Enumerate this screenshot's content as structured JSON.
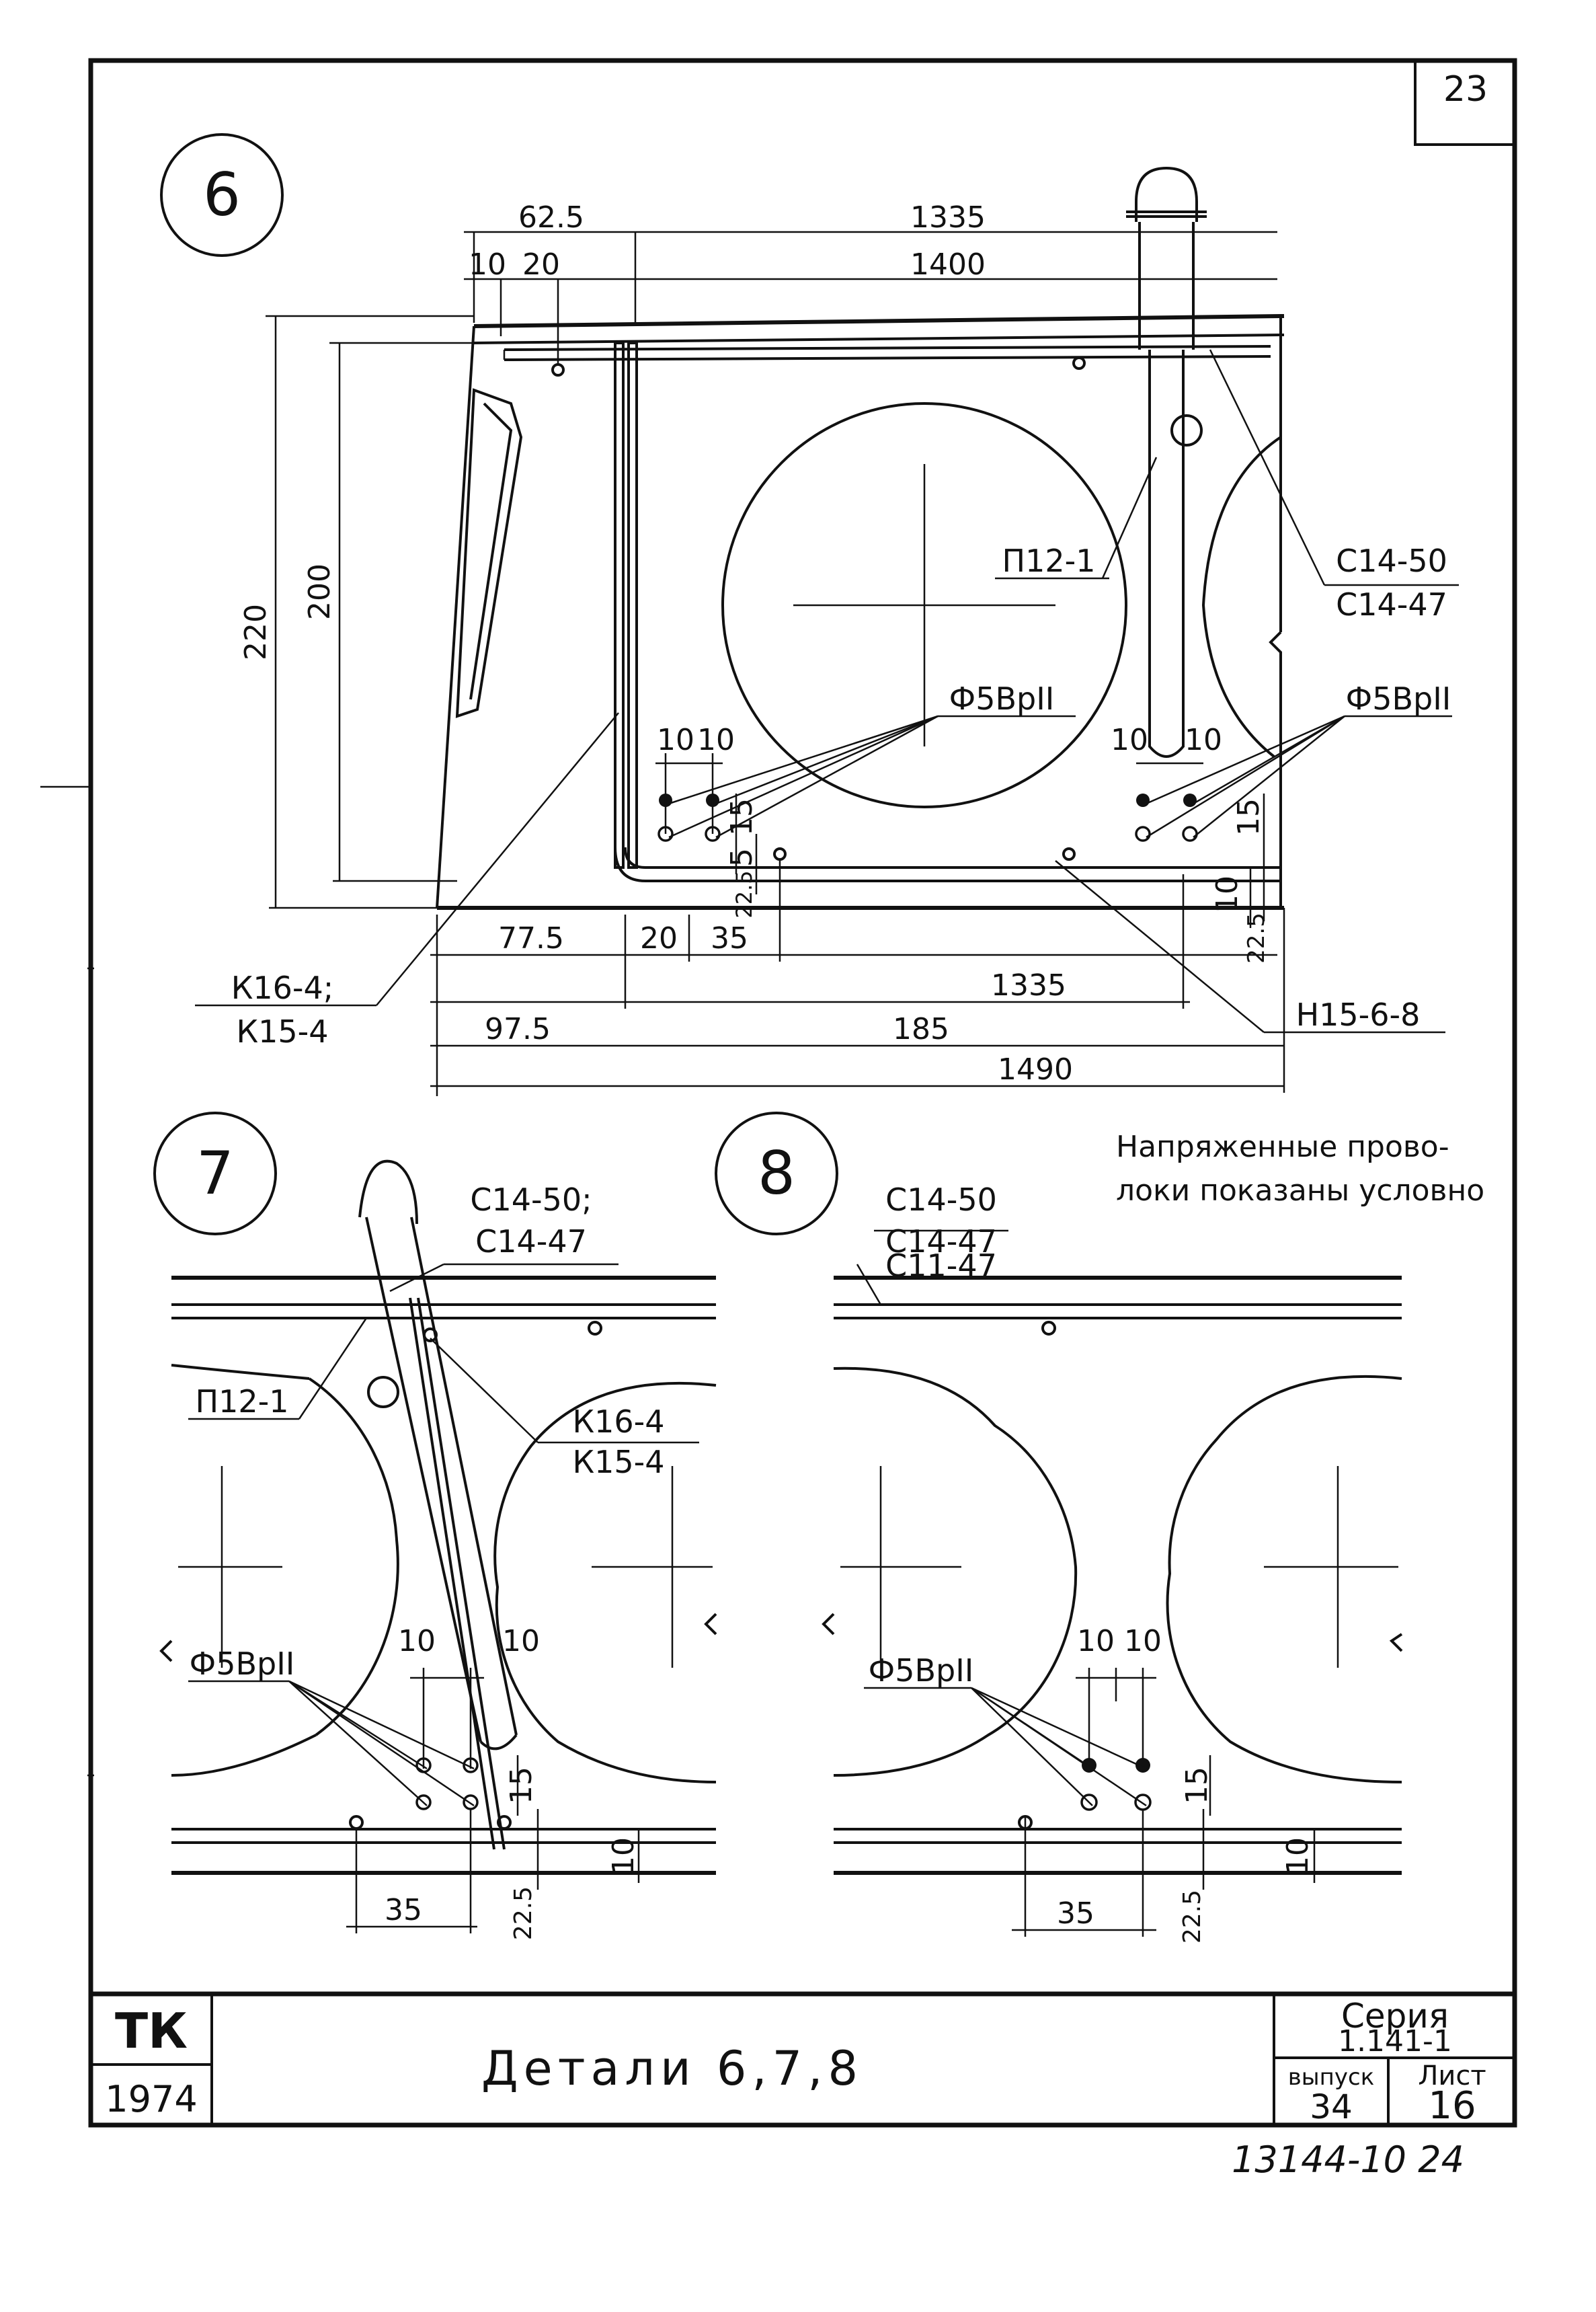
{
  "sheet": {
    "page_number": "23",
    "title": "Детали 6,7,8",
    "organization": "ТК",
    "year": "1974",
    "series_label": "Серия",
    "series_number": "1.141-1",
    "issue_label": "выпуск",
    "issue_value": "34",
    "sheet_label": "Лист",
    "sheet_value": "16",
    "archive_number": "13144-10 24"
  },
  "note": {
    "line1": "Напряженные прово-",
    "line2": "локи показаны условно"
  },
  "details": [
    {
      "number": "6",
      "dimensions": {
        "d625": "62.5",
        "d1335_top": "1335",
        "d1400": "1400",
        "d10_top": "10",
        "d20_top": "20",
        "d220": "220",
        "d200": "200",
        "d10_a": "10",
        "d10_b": "10",
        "d10_c": "10",
        "d10_d": "10",
        "d15_a": "15",
        "d5": "5",
        "d225_a": "22.5",
        "d15_b": "15",
        "d10_e": "10",
        "d225_b": "22.5",
        "d775": "77.5",
        "d20_bot": "20",
        "d35": "35",
        "d1335_bot": "1335",
        "d975": "97.5",
        "d185": "185",
        "d1490": "1490"
      },
      "labels": {
        "p12": "П12-1",
        "c1450": "С14-50",
        "c1447": "С14-47",
        "wire_a": "Ф5ВрII",
        "wire_b": "Ф5ВрII",
        "k164": "К16-4;",
        "k154": "К15-4",
        "h15": "Н15-6-8"
      }
    },
    {
      "number": "7",
      "dimensions": {
        "d10_a": "10",
        "d10_b": "10",
        "d15": "15",
        "d35": "35",
        "d225": "22.5",
        "d10_c": "10"
      },
      "labels": {
        "c1450": "С14-50;",
        "c1447": "С14-47",
        "p12": "П12-1",
        "k164": "К16-4",
        "k154": "К15-4",
        "wire": "Ф5ВрII"
      }
    },
    {
      "number": "8",
      "dimensions": {
        "d10_a": "10",
        "d10_b": "10",
        "d15": "15",
        "d35": "35",
        "d225": "22.5",
        "d10_c": "10"
      },
      "labels": {
        "c1450": "С14-50",
        "c1447": "С14-47",
        "c1147": "С11-47",
        "wire": "Ф5ВрII"
      }
    }
  ]
}
